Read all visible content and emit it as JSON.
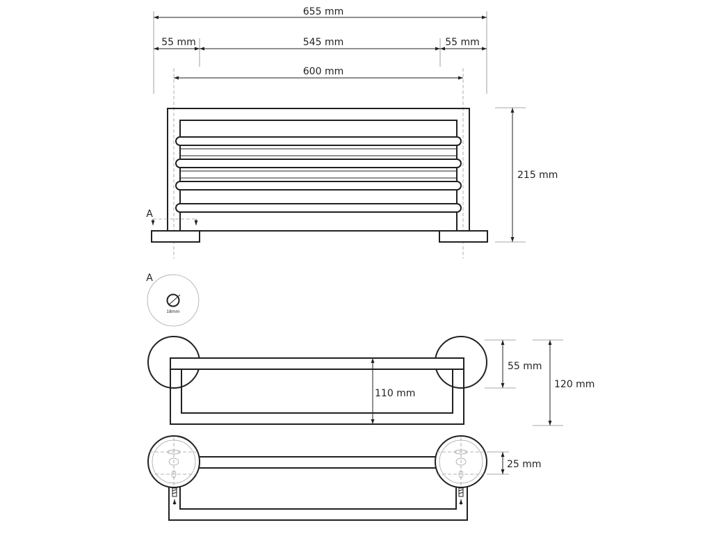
{
  "dimensions": {
    "overall_width": "655 mm",
    "left_offset": "55 mm",
    "rail_span": "545 mm",
    "right_offset": "55 mm",
    "axis_distance": "600 mm",
    "height": "215 mm",
    "shelf_depth": "55 mm",
    "total_depth": "120 mm",
    "lower_bar_depth": "110 mm",
    "top_view_depth": "25 mm"
  },
  "section": {
    "marker": "A",
    "title": "A",
    "tube_diameter": "18mm"
  }
}
